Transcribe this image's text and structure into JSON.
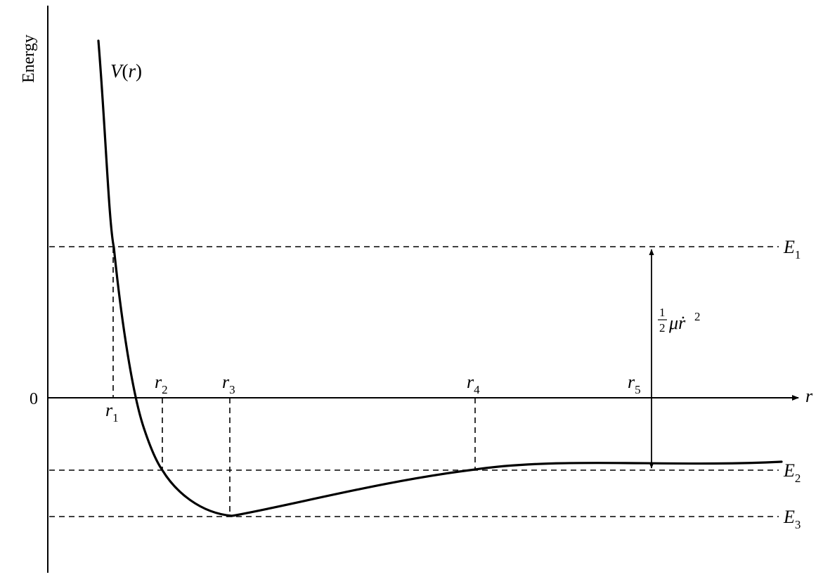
{
  "axes": {
    "y_label": "Energy",
    "x_label": "r",
    "zero_label": "0"
  },
  "curve": {
    "label_base": "V",
    "label_open": "(",
    "label_var": "r",
    "label_close": ")"
  },
  "energy_levels": [
    {
      "base": "E",
      "sub": "1"
    },
    {
      "base": "E",
      "sub": "2"
    },
    {
      "base": "E",
      "sub": "3"
    }
  ],
  "radii": [
    {
      "base": "r",
      "sub": "1"
    },
    {
      "base": "r",
      "sub": "2"
    },
    {
      "base": "r",
      "sub": "3"
    },
    {
      "base": "r",
      "sub": "4"
    },
    {
      "base": "r",
      "sub": "5"
    }
  ],
  "kinetic_label": {
    "frac_num": "1",
    "frac_den": "2",
    "mu": "μ",
    "rdot": "ṙ",
    "power": "2"
  },
  "colors": {
    "ink": "#000000",
    "background": "#ffffff"
  }
}
